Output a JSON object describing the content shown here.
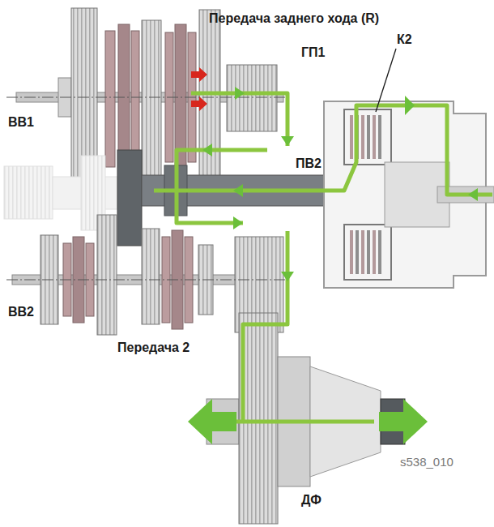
{
  "diagram": {
    "labels": [
      "Передача заднего хода (R)",
      "ГП1",
      "К2",
      "ВВ1",
      "ПВ2",
      "ВВ2",
      "Передача 2",
      "s538_010",
      "ДФ"
    ]
  }
}
